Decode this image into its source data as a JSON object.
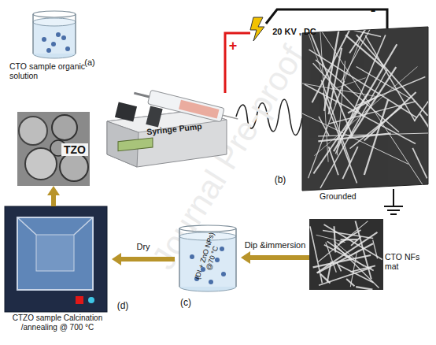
{
  "diagram": {
    "nodes": [
      {
        "text": [
          "CTO sample organic solution"
        ]
      },
      {
        "text": [
          "Syringe Pump"
        ]
      },
      {
        "text": [
          "Grounded"
        ]
      },
      {
        "text": [
          "TZO"
        ]
      },
      {
        "text": [
          "CTO NFs mat"
        ]
      },
      {
        "text": [
          "(DI + ZnO NPs) @70 °C"
        ]
      },
      {
        "text": [
          "CTZO sample Calcination /annealing @ 700 °C"
        ]
      }
    ],
    "edges": [
      {
        "from": 0,
        "to": 1,
        "arrow": "to",
        "label": "(a)"
      },
      {
        "from": 4,
        "to": 5,
        "arrow": "to",
        "label": "Dip &immersion"
      },
      {
        "from": 5,
        "to": 6,
        "arrow": "to",
        "label": "Dry"
      },
      {
        "from": 6,
        "to": 3,
        "arrow": "to"
      }
    ],
    "labels": [
      "+",
      "-",
      "20 KV , DC",
      "(b)",
      "(c)",
      "(d)",
      "Journal Pre-proof"
    ]
  }
}
